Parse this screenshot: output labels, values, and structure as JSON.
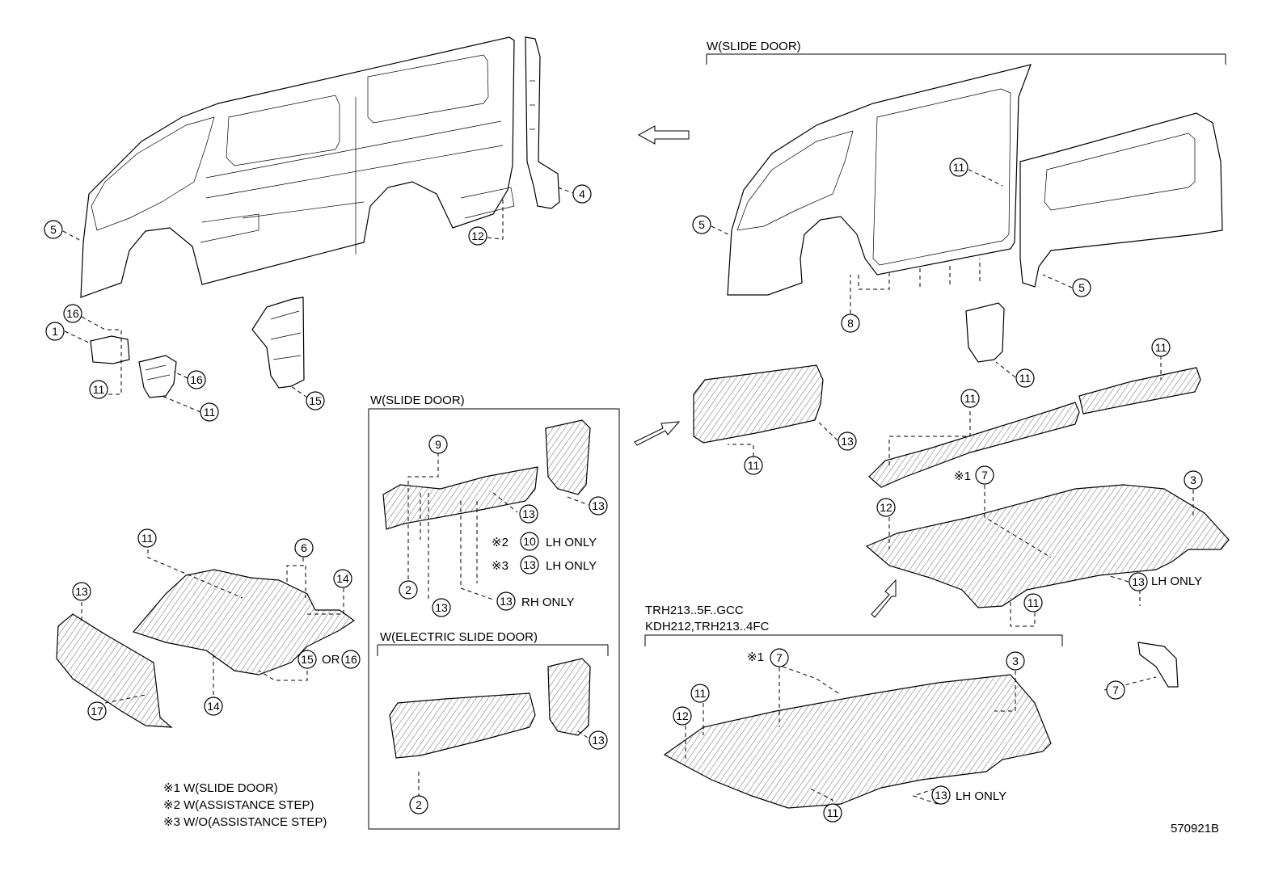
{
  "diagram_code": "570921B",
  "groups": {
    "slide_door_top": "W(SLIDE DOOR)",
    "slide_door_box": "W(SLIDE DOOR)",
    "electric_slide_door": "W(ELECTRIC SLIDE DOOR)",
    "floor_models_line1": "TRH213..5F..GCC",
    "floor_models_line2": "KDH212,TRH213..4FC"
  },
  "notes": [
    "※1 W(SLIDE DOOR)",
    "※2 W(ASSISTANCE STEP)",
    "※3 W/O(ASSISTANCE STEP)"
  ],
  "qualifiers": {
    "lh_only": "LH ONLY",
    "rh_only": "RH ONLY",
    "or": "OR",
    "mark1": "※1",
    "mark2": "※2",
    "mark3": "※3"
  },
  "callouts": [
    "1",
    "2",
    "3",
    "4",
    "5",
    "6",
    "7",
    "8",
    "9",
    "10",
    "11",
    "12",
    "13",
    "14",
    "15",
    "16",
    "17"
  ]
}
